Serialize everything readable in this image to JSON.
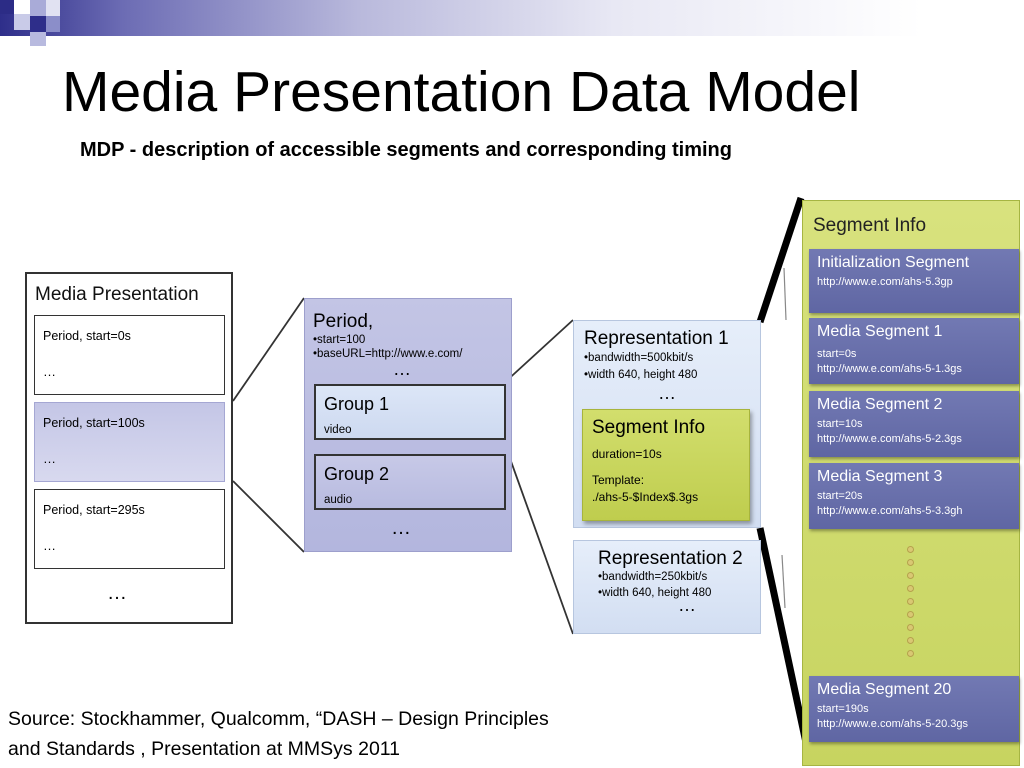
{
  "title": "Media Presentation Data Model",
  "subtitle": "MDP - description of accessible segments and corresponding timing",
  "media_presentation": {
    "title": "Media Presentation",
    "periods": [
      {
        "label": "Period, start=0s",
        "dots": "…",
        "selected": false
      },
      {
        "label": "Period, start=100s",
        "dots": "…",
        "selected": true
      },
      {
        "label": "Period, start=295s",
        "dots": "…",
        "selected": false
      }
    ],
    "more": "…"
  },
  "period": {
    "title": "Period,",
    "props": [
      "•start=100",
      "•baseURL=http://www.e.com/"
    ],
    "dots_top": "…",
    "groups": [
      {
        "name": "Group 1",
        "type": "video"
      },
      {
        "name": "Group 2",
        "type": "audio"
      }
    ],
    "dots_bottom": "…"
  },
  "representations": [
    {
      "title": "Representation 1",
      "props": [
        "•bandwidth=500kbit/s",
        "•width 640, height 480"
      ],
      "dots": "…"
    },
    {
      "title": "Representation 2",
      "props": [
        "•bandwidth=250kbit/s",
        "•width 640, height 480"
      ],
      "dots": "…"
    }
  ],
  "segment_info_small": {
    "title": "Segment Info",
    "duration": "duration=10s",
    "template_label": "Template:",
    "template_value": "./ahs-5-$Index$.3gs"
  },
  "segment_info": {
    "title": "Segment Info",
    "segments": [
      {
        "name": "Initialization Segment",
        "lines": [
          "http://www.e.com/ahs-5.3gp"
        ]
      },
      {
        "name": "Media Segment 1",
        "lines": [
          "start=0s",
          "http://www.e.com/ahs-5-1.3gs"
        ]
      },
      {
        "name": "Media Segment 2",
        "lines": [
          "start=10s",
          "http://www.e.com/ahs-5-2.3gs"
        ]
      },
      {
        "name": "Media Segment 3",
        "lines": [
          "start=20s",
          "http://www.e.com/ahs-5-3.3gh"
        ]
      },
      {
        "name": "Media Segment 20",
        "lines": [
          "start=190s",
          "http://www.e.com/ahs-5-20.3gs"
        ]
      }
    ]
  },
  "source": {
    "line1": "Source: Stockhammer, Qualcomm, “DASH – Design Principles",
    "line2": "and Standards , Presentation at MMSys 2011"
  },
  "colors": {
    "lavender": "#b7b9df",
    "light_blue": "#d8e3f5",
    "yellow_green": "#c9d55c",
    "segment_blue": "#6a71ad"
  }
}
